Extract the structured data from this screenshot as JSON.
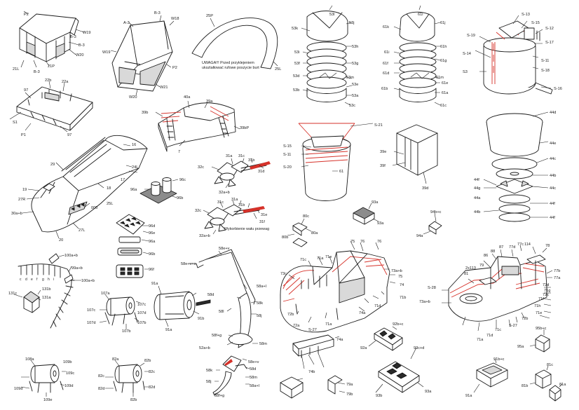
{
  "sheet": {
    "notes": {
      "uwaga": "UWAGA!!! Przed przyklejeniem",
      "uwaga2": "ukształtować rufowe poszycie burt",
      "wykorbienie": "Wykorbienie wału przewag"
    },
    "labels": {
      "hood": [
        "P2",
        "W19",
        "B-3",
        "B-3",
        "21L",
        "B-3",
        "21P",
        "W20"
      ],
      "cab": [
        "A-3",
        "B-3",
        "W18",
        "W19",
        "P2",
        "W20",
        "W21"
      ],
      "strap": [
        "25P",
        "25L"
      ],
      "deck": [
        "97",
        "22b",
        "22a",
        "S1",
        "P1",
        "97"
      ],
      "hull": [
        "16",
        "29",
        "24L",
        "17",
        "19",
        "27R",
        "18",
        "25L",
        "000",
        "30a+b",
        "27L",
        "20"
      ],
      "bridge": [
        "40a",
        "39a",
        "39b",
        "39bP",
        "7"
      ],
      "bits": [
        "96c",
        "96a",
        "96b"
      ],
      "winch1": [
        "32c",
        "31a",
        "31c",
        "31b",
        "31d",
        "32a+b"
      ],
      "winch2": [
        "32c",
        "31c",
        "31a",
        "31b",
        "31e",
        "31f",
        "32a+b"
      ],
      "trays": [
        "96d",
        "96e",
        "96a",
        "96b",
        "96f"
      ],
      "rail": [
        "100a+b",
        "99a+b",
        "c",
        "d",
        "e",
        "f",
        "g",
        "h",
        "i",
        "131b",
        "131c",
        "131a",
        "100a+b"
      ],
      "reel1": [
        "107a",
        "107c",
        "107d",
        "107b",
        "107c",
        "107d",
        "107b"
      ],
      "drum": [
        "91a",
        "91b",
        "91a"
      ],
      "crane": [
        "58e+v",
        "58e+v+s",
        "58d",
        "58a+l",
        "58l",
        "58k",
        "58j",
        "58f+g",
        "52a+b",
        "58m"
      ],
      "reel2": [
        "108a",
        "109b",
        "109c",
        "109d",
        "109d",
        "109e"
      ],
      "reel3": [
        "82a",
        "82b",
        "82c",
        "82c",
        "82d",
        "82d",
        "82b"
      ],
      "vent1": [
        "53l",
        "53j",
        "53k",
        "53i",
        "53h",
        "53f",
        "53g",
        "53d",
        "53m",
        "53e",
        "53b",
        "53a",
        "53c"
      ],
      "vent2": [
        "61l",
        "61j",
        "61k",
        "61i",
        "61h",
        "61f",
        "61g",
        "61d",
        "61m",
        "61e",
        "61b",
        "61a",
        "61c"
      ],
      "funnel": [
        "S-13",
        "S-15",
        "S-19",
        "S-12",
        "S-17",
        "S-11",
        "S-14",
        "S-16",
        "S3",
        "S-18",
        "S-16"
      ],
      "funnel2": [
        "S-21",
        "S-15",
        "S-11",
        "S-20",
        "61"
      ],
      "box39": [
        "39e",
        "39f",
        "39d"
      ],
      "vent3": [
        "44d",
        "44e",
        "44c",
        "44b",
        "44f",
        "44g",
        "44a",
        "44c",
        "44b",
        "44f",
        "44f"
      ],
      "small": [
        "80c",
        "80b",
        "80a",
        "93a",
        "93a",
        "94b+c",
        "94a"
      ],
      "super1": [
        "73c",
        "71c",
        "71a",
        "71e",
        "75",
        "76",
        "76",
        "73a+b",
        "72b",
        "75",
        "74",
        "71b",
        "71d",
        "72a",
        "71a",
        "S-27",
        "74a"
      ],
      "super2": [
        "78",
        "88",
        "87",
        "86",
        "77d",
        "77c",
        "114",
        "81",
        "2x113",
        "79",
        "77b",
        "77a",
        "S-28",
        "73a+b",
        "72d",
        "72c",
        "71g",
        "71f",
        "71h",
        "71e",
        "72b",
        "71d",
        "71c",
        "S-27",
        "71a"
      ],
      "boxes": [
        "92b+c",
        "92a",
        "93c+d",
        "93a",
        "93b",
        "74a",
        "74b",
        "79a",
        "79b"
      ],
      "misc": [
        "95b+c",
        "95a",
        "91b+c",
        "91a",
        "81c",
        "81b",
        "81a"
      ]
    }
  }
}
